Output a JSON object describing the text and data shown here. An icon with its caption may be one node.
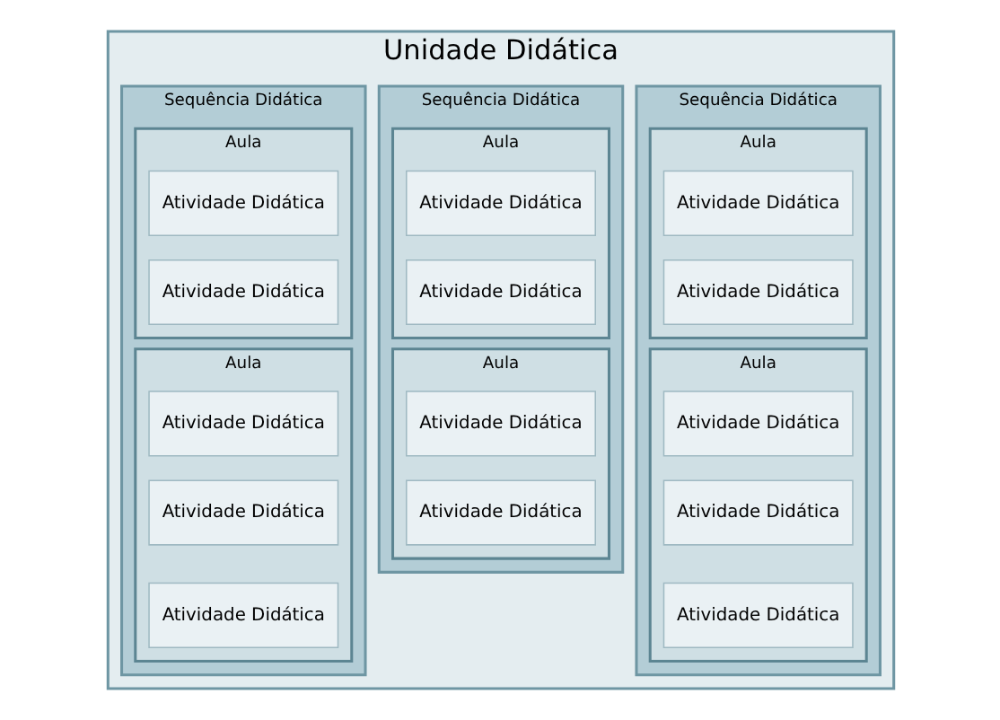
{
  "diagram": {
    "nodes": [
      {
        "text": [
          "Unidade Didática"
        ]
      },
      {
        "text": [
          "Sequência Didática"
        ],
        "in": 0
      },
      {
        "text": [
          "Aula"
        ],
        "in": 1
      },
      {
        "text": [
          "Atividade Didática"
        ],
        "in": 2
      },
      {
        "text": [
          "Atividade Didática"
        ],
        "in": 2
      },
      {
        "text": [
          "Aula"
        ],
        "in": 1
      },
      {
        "text": [
          "Atividade Didática"
        ],
        "in": 5
      },
      {
        "text": [
          "Atividade Didática"
        ],
        "in": 5
      },
      {
        "text": [
          "Atividade Didática"
        ],
        "in": 5
      },
      {
        "text": [
          "Sequência Didática"
        ],
        "in": 0
      },
      {
        "text": [
          "Aula"
        ],
        "in": 9
      },
      {
        "text": [
          "Atividade Didática"
        ],
        "in": 10
      },
      {
        "text": [
          "Atividade Didática"
        ],
        "in": 10
      },
      {
        "text": [
          "Aula"
        ],
        "in": 9
      },
      {
        "text": [
          "Atividade Didática"
        ],
        "in": 13
      },
      {
        "text": [
          "Atividade Didática"
        ],
        "in": 13
      },
      {
        "text": [
          "Sequência Didática"
        ],
        "in": 0
      },
      {
        "text": [
          "Aula"
        ],
        "in": 16
      },
      {
        "text": [
          "Atividade Didática"
        ],
        "in": 17
      },
      {
        "text": [
          "Atividade Didática"
        ],
        "in": 17
      },
      {
        "text": [
          "Aula"
        ],
        "in": 16
      },
      {
        "text": [
          "Atividade Didática"
        ],
        "in": 20
      },
      {
        "text": [
          "Atividade Didática"
        ],
        "in": 20
      },
      {
        "text": [
          "Atividade Didática"
        ],
        "in": 20
      }
    ],
    "edges": []
  }
}
